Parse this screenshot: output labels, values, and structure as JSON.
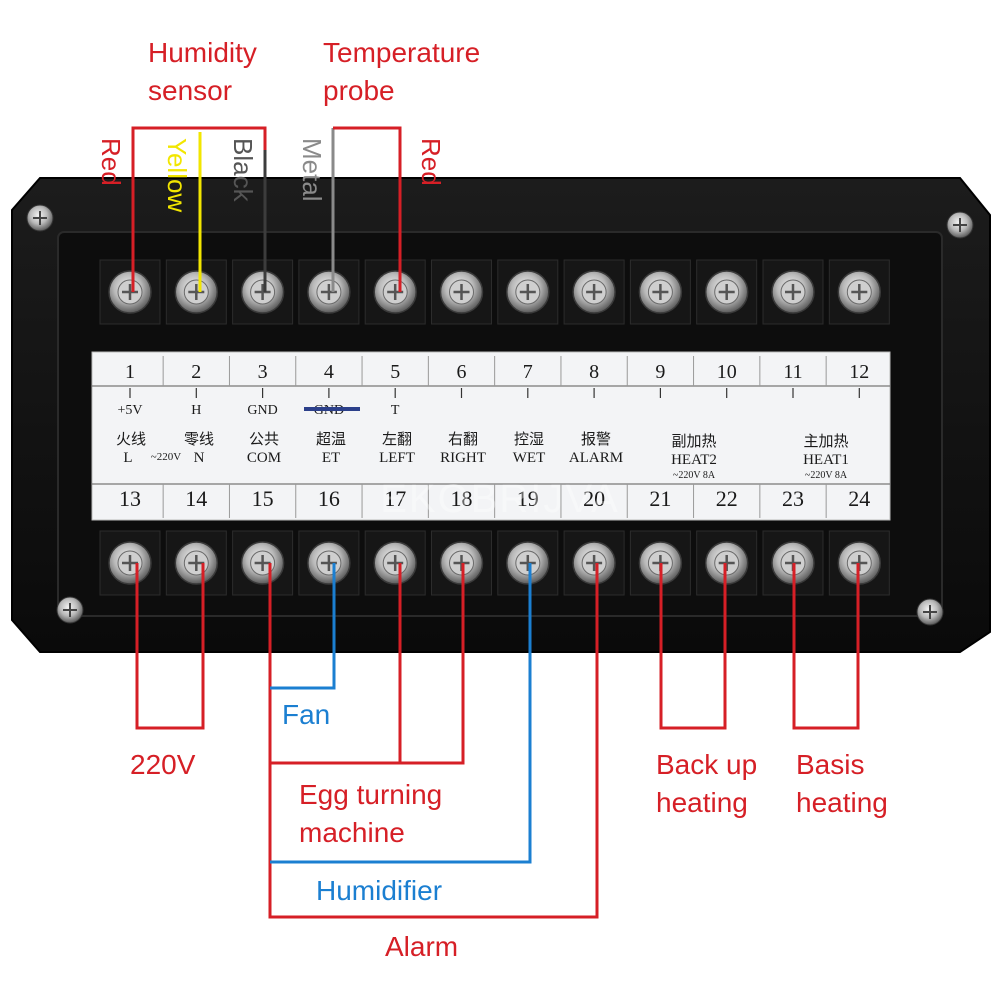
{
  "callouts": {
    "humidity_sensor": "Humidity\nsensor",
    "temperature_probe": "Temperature\nprobe",
    "fan": "Fan",
    "v220": "220V",
    "egg_turning": "Egg turning\nmachine",
    "humidifier": "Humidifier",
    "alarm": "Alarm",
    "backup_heating": "Back up\nheating",
    "basis_heating": "Basis\nheating"
  },
  "wire_labels": {
    "red_left": "Red",
    "yellow": "Yellow",
    "black": "Black",
    "metal": "Metal",
    "red_right": "Red"
  },
  "terminals_top": [
    {
      "num": "1",
      "label": "+5V"
    },
    {
      "num": "2",
      "label": "H"
    },
    {
      "num": "3",
      "label": "GND"
    },
    {
      "num": "4",
      "label": "GND"
    },
    {
      "num": "5",
      "label": "T"
    },
    {
      "num": "6",
      "label": ""
    },
    {
      "num": "7",
      "label": ""
    },
    {
      "num": "8",
      "label": ""
    },
    {
      "num": "9",
      "label": ""
    },
    {
      "num": "10",
      "label": ""
    },
    {
      "num": "11",
      "label": ""
    },
    {
      "num": "12",
      "label": ""
    }
  ],
  "terminals_bottom": [
    {
      "num": "13"
    },
    {
      "num": "14"
    },
    {
      "num": "15"
    },
    {
      "num": "16"
    },
    {
      "num": "17"
    },
    {
      "num": "18"
    },
    {
      "num": "19"
    },
    {
      "num": "20"
    },
    {
      "num": "21"
    },
    {
      "num": "22"
    },
    {
      "num": "23"
    },
    {
      "num": "24"
    }
  ],
  "board_functions": [
    {
      "cn": "火线",
      "en": "L"
    },
    {
      "cn": "零线",
      "en": "N"
    },
    {
      "cn": "公共",
      "en": "COM"
    },
    {
      "cn": "超温",
      "en": "ET"
    },
    {
      "cn": "左翻",
      "en": "LEFT"
    },
    {
      "cn": "右翻",
      "en": "RIGHT"
    },
    {
      "cn": "控湿",
      "en": "WET"
    },
    {
      "cn": "报警",
      "en": "ALARM"
    },
    {
      "cn": "副加热",
      "en": "HEAT2"
    },
    {
      "cn": "主加热",
      "en": "HEAT1"
    }
  ],
  "board_notes": {
    "mains": "~220V",
    "heat2_rating": "~220V 8A",
    "heat1_rating": "~220V 8A"
  },
  "watermark": "EKOBRIJVA",
  "colors": {
    "red_wire": "#d61f26",
    "blue_wire": "#1b7fd1",
    "yellow_wire": "#f2e600",
    "black_wire": "#3c3c3c",
    "metal_wire": "#8a8a8a",
    "device_body": "#111111"
  }
}
